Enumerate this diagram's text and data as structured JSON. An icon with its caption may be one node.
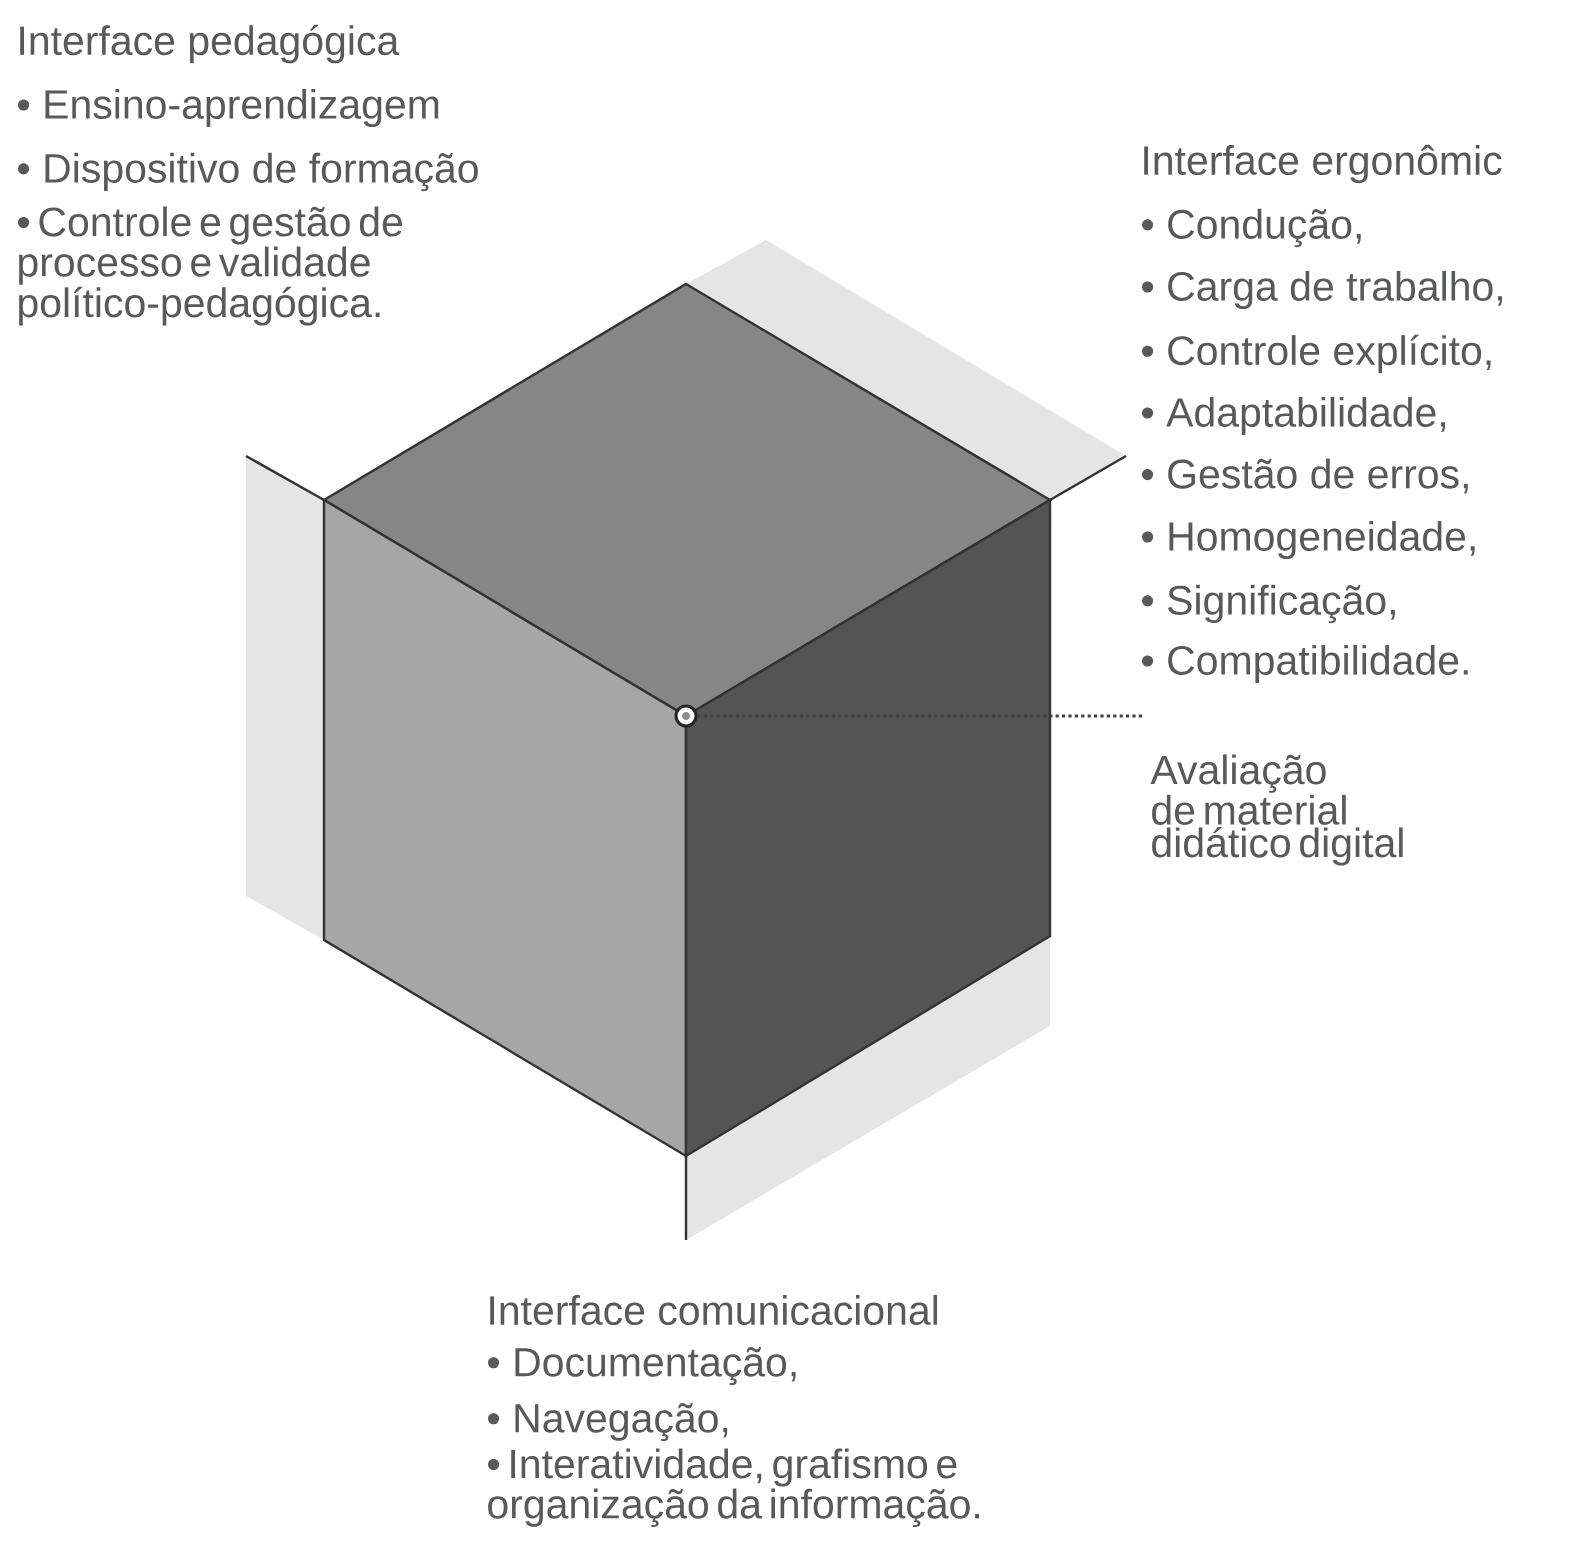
{
  "diagram": {
    "nodes": [
      {
        "text": [
          "Avaliação de material didático digital"
        ]
      },
      {
        "text": [],
        "shape": "circle"
      }
    ],
    "edges": [
      {
        "from": 0,
        "to": 1,
        "arrow": "none",
        "style": "dashed"
      }
    ],
    "labels": [
      "Interface pedagógica",
      "• Ensino-aprendizagem",
      "• Dispositivo de formação",
      "• Controle e gestão de processo e validade político-pedagógica.",
      "Interface ergonômic",
      "• Condução,",
      "• Carga de trabalho,",
      "• Controle explícito,",
      "• Adaptabilidade,",
      "• Gestão de erros,",
      "• Homogeneidade,",
      "• Significação,",
      "• Compatibilidade.",
      "Interface comunicacional",
      "• Documentação,",
      "• Navegação,",
      "• Interatividade, grafismo e organização da informação."
    ]
  }
}
